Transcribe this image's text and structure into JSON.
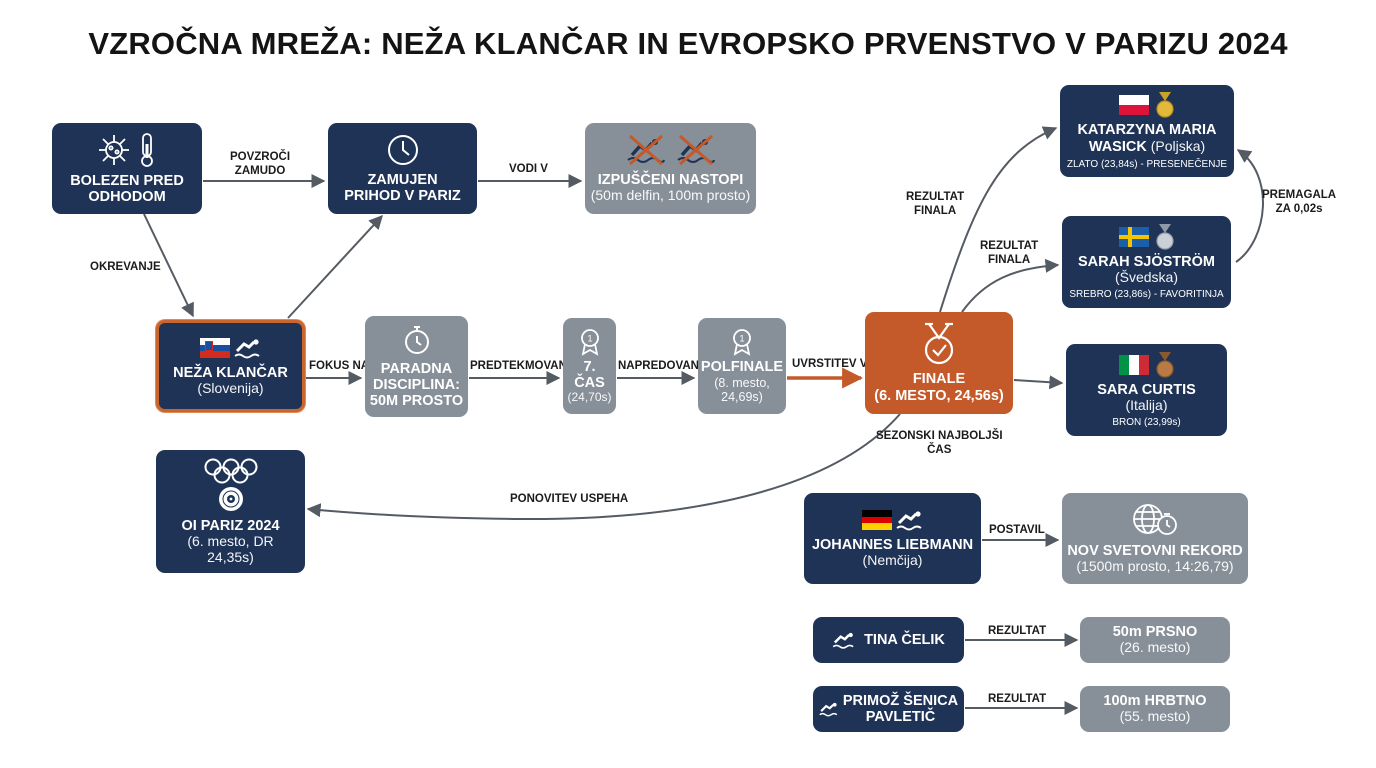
{
  "title": "VZROČNA MREŽA: NEŽA KLANČAR IN EVROPSKO PRVENSTVO V PARIZU 2024",
  "nodes": {
    "bolezen": {
      "line1": "BOLEZEN PRED",
      "line2": "ODHODOM"
    },
    "zamujen": {
      "line1": "ZAMUJEN",
      "line2": "PRIHOD V PARIZ"
    },
    "izpusceni": {
      "line1": "IZPUŠČENI NASTOPI",
      "sub": "(50m delfin, 100m prosto)"
    },
    "neza": {
      "line1": "NEŽA KLANČAR",
      "sub": "(Slovenija)"
    },
    "paradna": {
      "line1": "PARADNA",
      "line2": "DISCIPLINA:",
      "line3": "50M PROSTO"
    },
    "sedmi": {
      "line1": "7.",
      "line2": "ČAS",
      "sub": "(24,70s)"
    },
    "polfinale": {
      "line1": "POLFINALE",
      "sub1": "(8. mesto,",
      "sub2": "24,69s)"
    },
    "finale": {
      "line1": "FINALE",
      "line2": "(6. MESTO, 24,56s)"
    },
    "katarzyna": {
      "line1": "KATARZYNA MARIA",
      "line2": "WASICK",
      "line2b": " (Poljska)",
      "small": "ZLATO (23,84s) - PRESENEČENJE"
    },
    "sarah": {
      "line1": "SARAH SJÖSTRÖM",
      "sub": "(Švedska)",
      "small": "SREBRO (23,86s) - FAVORITINJA"
    },
    "sara": {
      "line1": "SARA CURTIS",
      "sub": "(Italija)",
      "small": "BRON (23,99s)"
    },
    "oi": {
      "line1": "OI PARIZ 2024",
      "sub1": "(6. mesto, DR",
      "sub2": "24,35s)"
    },
    "johannes": {
      "line1": "JOHANNES LIEBMANN",
      "sub": "(Nemčija)"
    },
    "rekord": {
      "line1": "NOV SVETOVNI REKORD",
      "sub": "(1500m prosto, 14:26,79)"
    },
    "tina": {
      "line1": "TINA ČELIK"
    },
    "prsno": {
      "line1": "50m PRSNO",
      "sub": "(26. mesto)"
    },
    "primoz": {
      "line1": "PRIMOŽ ŠENICA",
      "line2": "PAVLETIČ"
    },
    "hrbtno": {
      "line1": "100m HRBTNO",
      "sub": "(55. mesto)"
    }
  },
  "edges": {
    "povzroci": {
      "line1": "POVZROČI",
      "line2": "ZAMUDO"
    },
    "vodi": "VODI V",
    "okrevanje": "OKREVANJE",
    "fokus": "FOKUS NA",
    "predtek": "PREDTEKMOVANJE",
    "napredovanje": "NAPREDOVANJE",
    "uvrstitev": "UVRSTITEV V",
    "rez1": {
      "line1": "REZULTAT",
      "line2": "FINALA"
    },
    "rez2": {
      "line1": "REZULTAT",
      "line2": "FINALA"
    },
    "premagala": {
      "line1": "PREMAGALA",
      "line2": "ZA 0,02s"
    },
    "sezonski": {
      "line1": "SEZONSKI NAJBOLJŠI",
      "line2": "ČAS"
    },
    "ponovitev": "PONOVITEV USPEHA",
    "postavil": "POSTAVIL",
    "rez3": "REZULTAT",
    "rez4": "REZULTAT"
  },
  "colors": {
    "dark": "#1f3356",
    "gray": "#878f98",
    "orange": "#c45a2a",
    "edge": "#555b63"
  }
}
